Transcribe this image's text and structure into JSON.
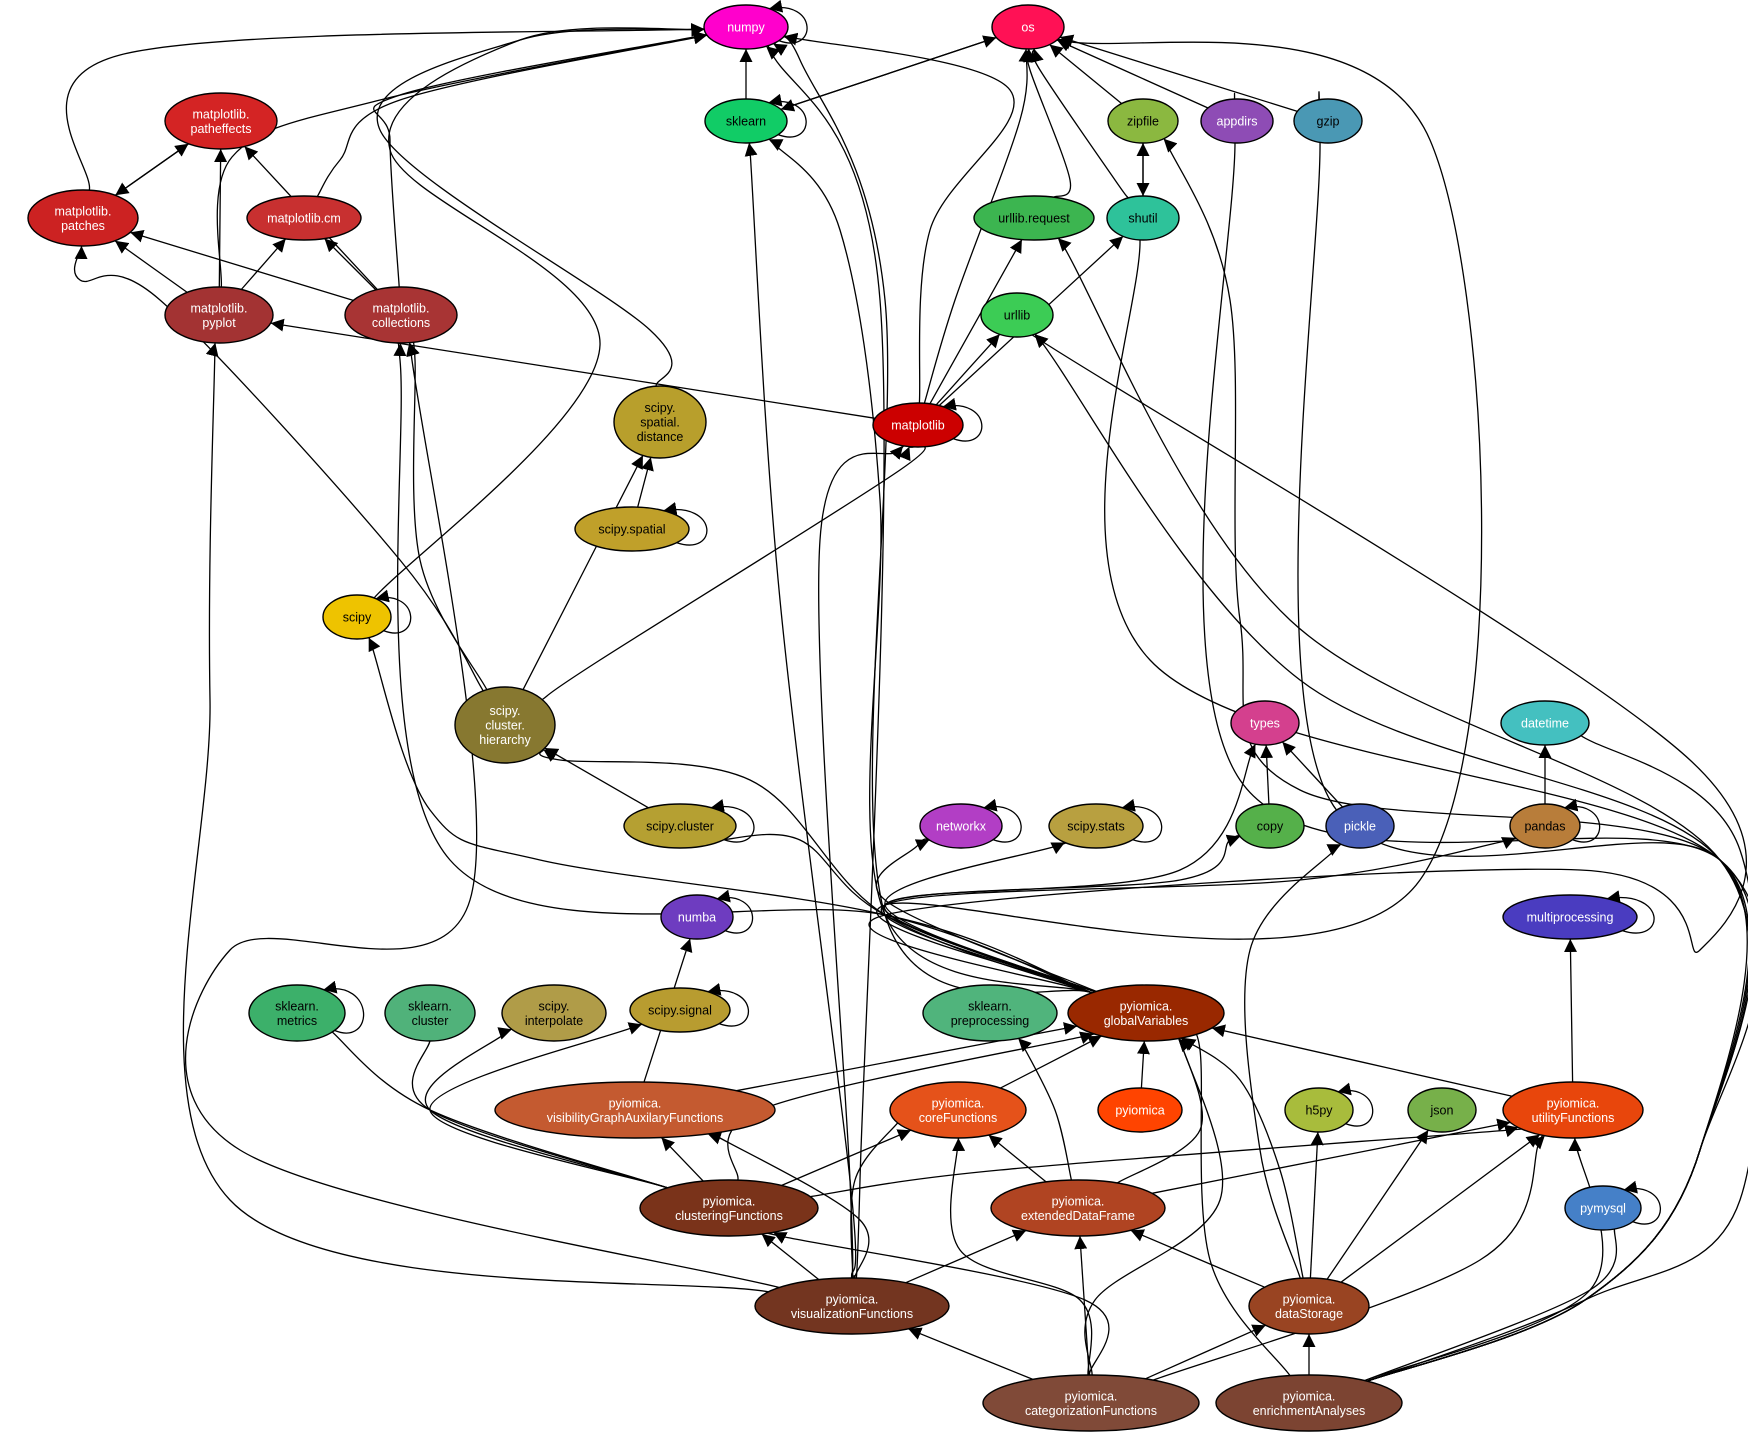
{
  "nodes": [
    {
      "id": "numpy",
      "lines": [
        "numpy"
      ],
      "color": "#ff00cc",
      "text": "#ffffff"
    },
    {
      "id": "os",
      "lines": [
        "os"
      ],
      "color": "#ff1155",
      "text": "#ffffff"
    },
    {
      "id": "sklearn",
      "lines": [
        "sklearn"
      ],
      "color": "#11cc66",
      "text": "#000000"
    },
    {
      "id": "zipfile",
      "lines": [
        "zipfile"
      ],
      "color": "#8bb840",
      "text": "#000000"
    },
    {
      "id": "appdirs",
      "lines": [
        "appdirs"
      ],
      "color": "#8e4cb5",
      "text": "#ffffff"
    },
    {
      "id": "gzip",
      "lines": [
        "gzip"
      ],
      "color": "#4a98b4",
      "text": "#000000"
    },
    {
      "id": "matplotlib.patheffects",
      "lines": [
        "matplotlib.",
        "patheffects"
      ],
      "color": "#d42424",
      "text": "#ffffff"
    },
    {
      "id": "matplotlib.patches",
      "lines": [
        "matplotlib.",
        "patches"
      ],
      "color": "#cc2222",
      "text": "#ffffff"
    },
    {
      "id": "matplotlib.cm",
      "lines": [
        "matplotlib.cm"
      ],
      "color": "#c83030",
      "text": "#ffffff"
    },
    {
      "id": "urllib.request",
      "lines": [
        "urllib.request"
      ],
      "color": "#3cb550",
      "text": "#000000"
    },
    {
      "id": "shutil",
      "lines": [
        "shutil"
      ],
      "color": "#2ec29a",
      "text": "#000000"
    },
    {
      "id": "matplotlib.pyplot",
      "lines": [
        "matplotlib.",
        "pyplot"
      ],
      "color": "#a33333",
      "text": "#ffffff"
    },
    {
      "id": "matplotlib.collections",
      "lines": [
        "matplotlib.",
        "collections"
      ],
      "color": "#a83434",
      "text": "#ffffff"
    },
    {
      "id": "urllib",
      "lines": [
        "urllib"
      ],
      "color": "#3ccc55",
      "text": "#000000"
    },
    {
      "id": "scipy.spatial.distance",
      "lines": [
        "scipy.",
        "spatial.",
        "distance"
      ],
      "color": "#b89f2c",
      "text": "#000000"
    },
    {
      "id": "matplotlib",
      "lines": [
        "matplotlib"
      ],
      "color": "#cc0000",
      "text": "#ffffff"
    },
    {
      "id": "scipy.spatial",
      "lines": [
        "scipy.spatial"
      ],
      "color": "#c0a02a",
      "text": "#000000"
    },
    {
      "id": "scipy",
      "lines": [
        "scipy"
      ],
      "color": "#eec300",
      "text": "#000000"
    },
    {
      "id": "scipy.cluster.hierarchy",
      "lines": [
        "scipy.",
        "cluster.",
        "hierarchy"
      ],
      "color": "#877830",
      "text": "#ffffff"
    },
    {
      "id": "types",
      "lines": [
        "types"
      ],
      "color": "#d4408e",
      "text": "#ffffff"
    },
    {
      "id": "datetime",
      "lines": [
        "datetime"
      ],
      "color": "#44c0c0",
      "text": "#ffffff"
    },
    {
      "id": "scipy.cluster",
      "lines": [
        "scipy.cluster"
      ],
      "color": "#b5a032",
      "text": "#000000"
    },
    {
      "id": "networkx",
      "lines": [
        "networkx"
      ],
      "color": "#b23ec5",
      "text": "#ffffff"
    },
    {
      "id": "scipy.stats",
      "lines": [
        "scipy.stats"
      ],
      "color": "#b8a040",
      "text": "#000000"
    },
    {
      "id": "copy",
      "lines": [
        "copy"
      ],
      "color": "#55b04a",
      "text": "#000000"
    },
    {
      "id": "pickle",
      "lines": [
        "pickle"
      ],
      "color": "#4a60b8",
      "text": "#ffffff"
    },
    {
      "id": "pandas",
      "lines": [
        "pandas"
      ],
      "color": "#b87d3a",
      "text": "#000000"
    },
    {
      "id": "numba",
      "lines": [
        "numba"
      ],
      "color": "#6e3cc0",
      "text": "#ffffff"
    },
    {
      "id": "multiprocessing",
      "lines": [
        "multiprocessing"
      ],
      "color": "#4a3cc0",
      "text": "#ffffff"
    },
    {
      "id": "sklearn.metrics",
      "lines": [
        "sklearn.",
        "metrics"
      ],
      "color": "#3cb06a",
      "text": "#000000"
    },
    {
      "id": "sklearn.cluster",
      "lines": [
        "sklearn.",
        "cluster"
      ],
      "color": "#50b27a",
      "text": "#000000"
    },
    {
      "id": "scipy.interpolate",
      "lines": [
        "scipy.",
        "interpolate"
      ],
      "color": "#b09c48",
      "text": "#000000"
    },
    {
      "id": "scipy.signal",
      "lines": [
        "scipy.signal"
      ],
      "color": "#b89c30",
      "text": "#000000"
    },
    {
      "id": "sklearn.preprocessing",
      "lines": [
        "sklearn.",
        "preprocessing"
      ],
      "color": "#50b47c",
      "text": "#000000"
    },
    {
      "id": "pyiomica.globalVariables",
      "lines": [
        "pyiomica.",
        "globalVariables"
      ],
      "color": "#992800",
      "text": "#ffffff"
    },
    {
      "id": "pyiomica.visibilityGraphAuxilaryFunctions",
      "lines": [
        "pyiomica.",
        "visibilityGraphAuxilaryFunctions"
      ],
      "color": "#c45a30",
      "text": "#ffffff"
    },
    {
      "id": "pyiomica.coreFunctions",
      "lines": [
        "pyiomica.",
        "coreFunctions"
      ],
      "color": "#e5521a",
      "text": "#ffffff"
    },
    {
      "id": "pyiomica",
      "lines": [
        "pyiomica"
      ],
      "color": "#ff4400",
      "text": "#ffffff"
    },
    {
      "id": "h5py",
      "lines": [
        "h5py"
      ],
      "color": "#a8bc3c",
      "text": "#000000"
    },
    {
      "id": "json",
      "lines": [
        "json"
      ],
      "color": "#77b04a",
      "text": "#000000"
    },
    {
      "id": "pyiomica.utilityFunctions",
      "lines": [
        "pyiomica.",
        "utilityFunctions"
      ],
      "color": "#e8460c",
      "text": "#ffffff"
    },
    {
      "id": "pyiomica.clusteringFunctions",
      "lines": [
        "pyiomica.",
        "clusteringFunctions"
      ],
      "color": "#7a331a",
      "text": "#ffffff"
    },
    {
      "id": "pyiomica.extendedDataFrame",
      "lines": [
        "pyiomica.",
        "extendedDataFrame"
      ],
      "color": "#b04422",
      "text": "#ffffff"
    },
    {
      "id": "pymysql",
      "lines": [
        "pymysql"
      ],
      "color": "#4580c8",
      "text": "#ffffff"
    },
    {
      "id": "pyiomica.visualizationFunctions",
      "lines": [
        "pyiomica.",
        "visualizationFunctions"
      ],
      "color": "#733520",
      "text": "#ffffff"
    },
    {
      "id": "pyiomica.dataStorage",
      "lines": [
        "pyiomica.",
        "dataStorage"
      ],
      "color": "#994422",
      "text": "#ffffff"
    },
    {
      "id": "pyiomica.categorizationFunctions",
      "lines": [
        "pyiomica.",
        "categorizationFunctions"
      ],
      "color": "#804a38",
      "text": "#ffffff"
    },
    {
      "id": "pyiomica.enrichmentAnalyses",
      "lines": [
        "pyiomica.",
        "enrichmentAnalyses"
      ],
      "color": "#7c4432",
      "text": "#ffffff"
    }
  ],
  "edges": [
    [
      "numpy",
      "numpy"
    ],
    [
      "sklearn",
      "sklearn"
    ],
    [
      "scipy",
      "scipy"
    ],
    [
      "matplotlib",
      "matplotlib"
    ],
    [
      "scipy.spatial",
      "scipy.spatial"
    ],
    [
      "scipy.cluster",
      "scipy.cluster"
    ],
    [
      "networkx",
      "networkx"
    ],
    [
      "scipy.stats",
      "scipy.stats"
    ],
    [
      "pandas",
      "pandas"
    ],
    [
      "numba",
      "numba"
    ],
    [
      "multiprocessing",
      "multiprocessing"
    ],
    [
      "sklearn.metrics",
      "sklearn.metrics"
    ],
    [
      "scipy.signal",
      "scipy.signal"
    ],
    [
      "h5py",
      "h5py"
    ],
    [
      "pymysql",
      "pymysql"
    ],
    [
      "sklearn",
      "numpy"
    ],
    [
      "sklearn",
      "os"
    ],
    [
      "os",
      "sklearn"
    ],
    [
      "zipfile",
      "os"
    ],
    [
      "appdirs",
      "os"
    ],
    [
      "gzip",
      "os"
    ],
    [
      "zipfile",
      "shutil"
    ],
    [
      "shutil",
      "zipfile"
    ],
    [
      "shutil",
      "os"
    ],
    [
      "urllib.request",
      "os"
    ],
    [
      "matplotlib.patches",
      "matplotlib.patheffects"
    ],
    [
      "matplotlib.patheffects",
      "matplotlib.patches"
    ],
    [
      "matplotlib.patches",
      "numpy"
    ],
    [
      "matplotlib.cm",
      "numpy"
    ],
    [
      "matplotlib.pyplot",
      "matplotlib.patheffects"
    ],
    [
      "matplotlib.pyplot",
      "matplotlib.patches"
    ],
    [
      "matplotlib.pyplot",
      "matplotlib.cm"
    ],
    [
      "matplotlib.pyplot",
      "numpy"
    ],
    [
      "matplotlib.collections",
      "matplotlib.patheffects"
    ],
    [
      "matplotlib.collections",
      "matplotlib.cm"
    ],
    [
      "matplotlib.collections",
      "matplotlib.patches"
    ],
    [
      "matplotlib.collections",
      "numpy"
    ],
    [
      "matplotlib",
      "matplotlib.pyplot"
    ],
    [
      "matplotlib",
      "urllib"
    ],
    [
      "matplotlib",
      "urllib.request"
    ],
    [
      "matplotlib",
      "shutil"
    ],
    [
      "matplotlib",
      "os"
    ],
    [
      "matplotlib",
      "numpy"
    ],
    [
      "scipy.spatial.distance",
      "numpy"
    ],
    [
      "scipy.spatial",
      "scipy.spatial.distance"
    ],
    [
      "scipy",
      "numpy"
    ],
    [
      "scipy.cluster.hierarchy",
      "matplotlib"
    ],
    [
      "scipy.cluster.hierarchy",
      "scipy.spatial.distance"
    ],
    [
      "scipy.cluster.hierarchy",
      "matplotlib.patches"
    ],
    [
      "scipy.cluster.hierarchy",
      "matplotlib.collections"
    ],
    [
      "scipy.cluster",
      "scipy.cluster.hierarchy"
    ],
    [
      "copy",
      "types"
    ],
    [
      "pickle",
      "types"
    ],
    [
      "pandas",
      "datetime"
    ],
    [
      "pyiomica.globalVariables",
      "networkx"
    ],
    [
      "pyiomica.globalVariables",
      "scipy.stats"
    ],
    [
      "pyiomica.globalVariables",
      "copy"
    ],
    [
      "pyiomica.globalVariables",
      "pandas"
    ],
    [
      "pyiomica.globalVariables",
      "types"
    ],
    [
      "pyiomica.globalVariables",
      "scipy.cluster"
    ],
    [
      "pyiomica.globalVariables",
      "scipy.cluster.hierarchy"
    ],
    [
      "pyiomica.globalVariables",
      "os"
    ],
    [
      "pyiomica.globalVariables",
      "sklearn"
    ],
    [
      "pyiomica.globalVariables",
      "scipy"
    ],
    [
      "pyiomica.globalVariables",
      "matplotlib.collections"
    ],
    [
      "pyiomica.globalVariables",
      "numpy"
    ],
    [
      "pyiomica.globalVariables",
      "urllib"
    ],
    [
      "pyiomica",
      "pyiomica.globalVariables"
    ],
    [
      "pyiomica.visibilityGraphAuxilaryFunctions",
      "pyiomica.globalVariables"
    ],
    [
      "pyiomica.visibilityGraphAuxilaryFunctions",
      "numba"
    ],
    [
      "pyiomica.coreFunctions",
      "pyiomica.globalVariables"
    ],
    [
      "pyiomica.utilityFunctions",
      "pyiomica.globalVariables"
    ],
    [
      "pyiomica.utilityFunctions",
      "multiprocessing"
    ],
    [
      "pyiomica.clusteringFunctions",
      "sklearn.metrics"
    ],
    [
      "pyiomica.clusteringFunctions",
      "sklearn.cluster"
    ],
    [
      "pyiomica.clusteringFunctions",
      "scipy.interpolate"
    ],
    [
      "pyiomica.clusteringFunctions",
      "scipy.signal"
    ],
    [
      "pyiomica.clusteringFunctions",
      "pyiomica.visibilityGraphAuxilaryFunctions"
    ],
    [
      "pyiomica.clusteringFunctions",
      "pyiomica.coreFunctions"
    ],
    [
      "pyiomica.clusteringFunctions",
      "pyiomica.utilityFunctions"
    ],
    [
      "pyiomica.clusteringFunctions",
      "pyiomica.globalVariables"
    ],
    [
      "pyiomica.extendedDataFrame",
      "pyiomica.coreFunctions"
    ],
    [
      "pyiomica.extendedDataFrame",
      "sklearn.preprocessing"
    ],
    [
      "pyiomica.extendedDataFrame",
      "pyiomica.utilityFunctions"
    ],
    [
      "pyiomica.extendedDataFrame",
      "pyiomica.globalVariables"
    ],
    [
      "pyiomica.visualizationFunctions",
      "pyiomica.clusteringFunctions"
    ],
    [
      "pyiomica.visualizationFunctions",
      "pyiomica.extendedDataFrame"
    ],
    [
      "pyiomica.visualizationFunctions",
      "pyiomica.visibilityGraphAuxilaryFunctions"
    ],
    [
      "pyiomica.visualizationFunctions",
      "pyiomica.coreFunctions"
    ],
    [
      "pyiomica.visualizationFunctions",
      "matplotlib.pyplot"
    ],
    [
      "pyiomica.visualizationFunctions",
      "matplotlib.collections"
    ],
    [
      "pyiomica.visualizationFunctions",
      "sklearn"
    ],
    [
      "pyiomica.visualizationFunctions",
      "numpy"
    ],
    [
      "pyiomica.visualizationFunctions",
      "matplotlib"
    ],
    [
      "pyiomica.dataStorage",
      "pyiomica.extendedDataFrame"
    ],
    [
      "pyiomica.dataStorage",
      "h5py"
    ],
    [
      "pyiomica.dataStorage",
      "json"
    ],
    [
      "pyiomica.dataStorage",
      "pyiomica.utilityFunctions"
    ],
    [
      "pyiomica.dataStorage",
      "pickle"
    ],
    [
      "pyiomica.dataStorage",
      "pyiomica.globalVariables"
    ],
    [
      "pyiomica.categorizationFunctions",
      "pyiomica.visualizationFunctions"
    ],
    [
      "pyiomica.categorizationFunctions",
      "pyiomica.dataStorage"
    ],
    [
      "pyiomica.categorizationFunctions",
      "pyiomica.utilityFunctions"
    ],
    [
      "pyiomica.categorizationFunctions",
      "pyiomica.extendedDataFrame"
    ],
    [
      "pyiomica.categorizationFunctions",
      "pyiomica.coreFunctions"
    ],
    [
      "pyiomica.categorizationFunctions",
      "pyiomica.clusteringFunctions"
    ],
    [
      "pyiomica.categorizationFunctions",
      "pyiomica.globalVariables"
    ],
    [
      "pyiomica.enrichmentAnalyses",
      "pyiomica.dataStorage"
    ],
    [
      "pyiomica.enrichmentAnalyses",
      "pymysql"
    ],
    [
      "pyiomica.enrichmentAnalyses",
      "pyiomica.utilityFunctions"
    ],
    [
      "pyiomica.enrichmentAnalyses",
      "pyiomica.globalVariables"
    ],
    [
      "pyiomica.enrichmentAnalyses",
      "datetime"
    ],
    [
      "pyiomica.enrichmentAnalyses",
      "zipfile"
    ],
    [
      "pyiomica.enrichmentAnalyses",
      "gzip"
    ],
    [
      "pyiomica.enrichmentAnalyses",
      "shutil"
    ],
    [
      "pyiomica.enrichmentAnalyses",
      "urllib.request"
    ],
    [
      "pyiomica.enrichmentAnalyses",
      "appdirs"
    ],
    [
      "pyiomica.enrichmentAnalyses",
      "urllib"
    ]
  ]
}
